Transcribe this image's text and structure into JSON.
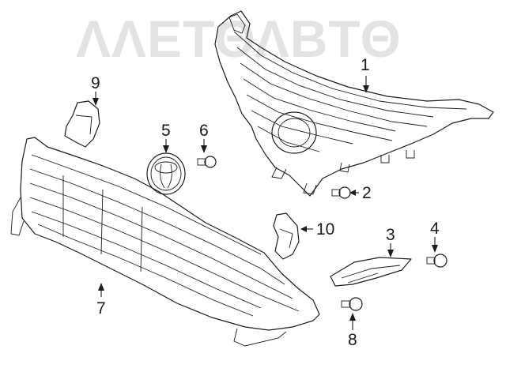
{
  "watermark": "ΛΛΕΤΘΛΒΤΘ",
  "callouts": {
    "c1": "1",
    "c2": "2",
    "c3": "3",
    "c4": "4",
    "c5": "5",
    "c6": "6",
    "c7": "7",
    "c8": "8",
    "c9": "9",
    "c10": "10"
  },
  "colors": {
    "line": "#1c1c1c",
    "watermark": "#e3e3e3",
    "background": "#ffffff"
  }
}
